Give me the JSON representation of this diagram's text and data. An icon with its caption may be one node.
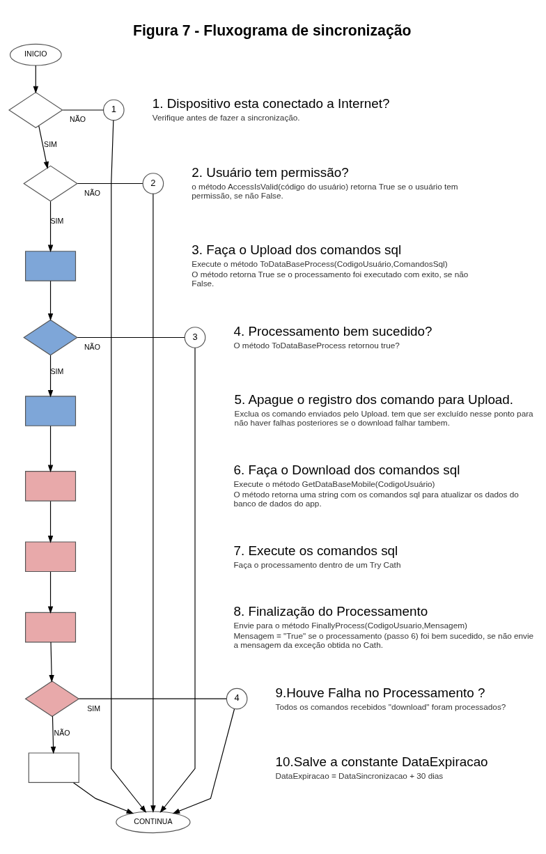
{
  "diagram": {
    "title": "Figura 7 - Fluxograma de sincronização",
    "nodes": [
      {
        "text": [
          "INICIO"
        ]
      },
      {
        "text": [],
        "shape": "diamond",
        "beside": [
          "1. Dispositivo esta conectado a Internet?",
          "Verifique antes de fazer a sincronização."
        ]
      },
      {
        "text": [
          "1"
        ]
      },
      {
        "text": [],
        "shape": "diamond",
        "beside": [
          "2. Usuário tem permissão?",
          "o método AccessIsValid(código do usuário) retorna True se o usuário tem permissão, se não False."
        ]
      },
      {
        "text": [
          "2"
        ]
      },
      {
        "text": [],
        "shape": "box",
        "beside": [
          "3. Faça o Upload dos comandos sql",
          "Execute o método ToDataBaseProcess(CodigoUsuário,ComandosSql)",
          "O método retorna True se o processamento foi executado com exito, se não False."
        ]
      },
      {
        "text": [],
        "shape": "diamond",
        "beside": [
          "4. Processamento bem sucedido?",
          "O método ToDataBaseProcess retornou true?"
        ]
      },
      {
        "text": [
          "3"
        ]
      },
      {
        "text": [],
        "shape": "box",
        "beside": [
          "5. Apague o registro dos comando para Upload.",
          "Exclua os comando enviados pelo Upload. tem que ser excluído nesse ponto para não haver falhas posteriores se o download falhar tambem."
        ]
      },
      {
        "text": [],
        "shape": "box",
        "beside": [
          "6. Faça o Download dos comandos sql",
          "Execute o método GetDataBaseMobile(CodigoUsuário)",
          "O método retorna uma string com os comandos sql para atualizar os dados do banco de dados do app."
        ]
      },
      {
        "text": [],
        "shape": "box",
        "beside": [
          "7. Execute os comandos sql",
          "Faça o processamento dentro de um Try Cath"
        ]
      },
      {
        "text": [],
        "shape": "box",
        "beside": [
          "8. Finalização do Processamento",
          "Envie para o método FinallyProcess(CodigoUsuario,Mensagem)",
          "Mensagem = \"True\" se o processamento (passo 6) foi bem sucedido, se não envie a mensagem da exceção obtida no Cath."
        ]
      },
      {
        "text": [],
        "shape": "diamond",
        "beside": [
          "9.Houve Falha no Processamento ?",
          "Todos os comandos recebidos \"download\" foram processados?"
        ]
      },
      {
        "text": [
          "4"
        ]
      },
      {
        "text": [],
        "shape": "box",
        "beside": [
          "10.Salve a constante DataExpiracao",
          "DataExpiracao = DataSincronizacao + 30 dias"
        ]
      },
      {
        "text": [
          "CONTINUA"
        ]
      }
    ],
    "edges": [
      {
        "from": 0,
        "to": 1,
        "arrow": "to"
      },
      {
        "from": 1,
        "to": 2,
        "arrow": "none",
        "label": "NÃO"
      },
      {
        "from": 2,
        "to": 15,
        "arrow": "to"
      },
      {
        "from": 1,
        "to": 3,
        "arrow": "to",
        "label": "SIM"
      },
      {
        "from": 3,
        "to": 4,
        "arrow": "none",
        "label": "NÃO"
      },
      {
        "from": 4,
        "to": 15,
        "arrow": "to"
      },
      {
        "from": 3,
        "to": 5,
        "arrow": "to",
        "label": "SIM"
      },
      {
        "from": 5,
        "to": 6,
        "arrow": "to"
      },
      {
        "from": 6,
        "to": 7,
        "arrow": "none",
        "label": "NÃO"
      },
      {
        "from": 7,
        "to": 15,
        "arrow": "to"
      },
      {
        "from": 6,
        "to": 8,
        "arrow": "to",
        "label": "SIM"
      },
      {
        "from": 8,
        "to": 9,
        "arrow": "to"
      },
      {
        "from": 9,
        "to": 10,
        "arrow": "to"
      },
      {
        "from": 10,
        "to": 11,
        "arrow": "to"
      },
      {
        "from": 11,
        "to": 12,
        "arrow": "to"
      },
      {
        "from": 12,
        "to": 13,
        "arrow": "none",
        "label": "SIM"
      },
      {
        "from": 13,
        "to": 15,
        "arrow": "to"
      },
      {
        "from": 12,
        "to": 14,
        "arrow": "to",
        "label": "NÃO"
      },
      {
        "from": 14,
        "to": 15,
        "arrow": "to"
      }
    ]
  }
}
